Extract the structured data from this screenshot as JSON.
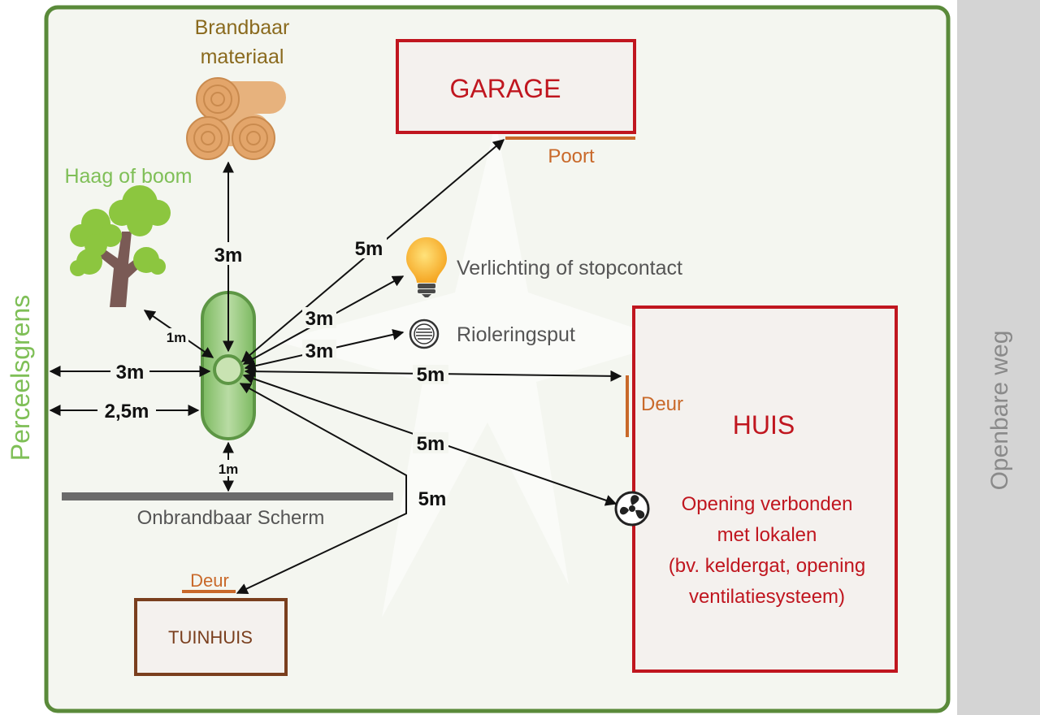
{
  "labels": {
    "perceelsgrens": "Perceelsgrens",
    "openbare_weg": "Openbare weg",
    "brandbaar_line1": "Brandbaar",
    "brandbaar_line2": "materiaal",
    "haag": "Haag of boom",
    "garage": "GARAGE",
    "poort": "Poort",
    "verlichting": "Verlichting of stopcontact",
    "rioleringsput": "Rioleringsput",
    "huis": "HUIS",
    "deur_huis": "Deur",
    "opening_line1": "Opening verbonden",
    "opening_line2": "met lokalen",
    "opening_line3": "(bv. keldergat, opening",
    "opening_line4": "ventilatiesysteem)",
    "scherm": "Onbrandbaar Scherm",
    "deur_tuinhuis": "Deur",
    "tuinhuis": "TUINHUIS"
  },
  "distances": {
    "materiaal": "3m",
    "garage": "5m",
    "verlichting": "3m",
    "rioleringsput": "3m",
    "haag": "1m",
    "perceel": "3m",
    "perceel_tank": "2,5m",
    "huis_deur": "5m",
    "huis_opening": "5m",
    "scherm": "1m",
    "tuinhuis": "5m"
  },
  "colors": {
    "plot_border": "#5a8a3a",
    "plot_fill": "#f4f6f0",
    "road": "#d4d4d4",
    "building_red": "#c0161f",
    "shed_brown": "#7a3f1e",
    "door_orange": "#c9692a",
    "tank_green": "#5d9645",
    "label_green": "#7fbf57"
  }
}
